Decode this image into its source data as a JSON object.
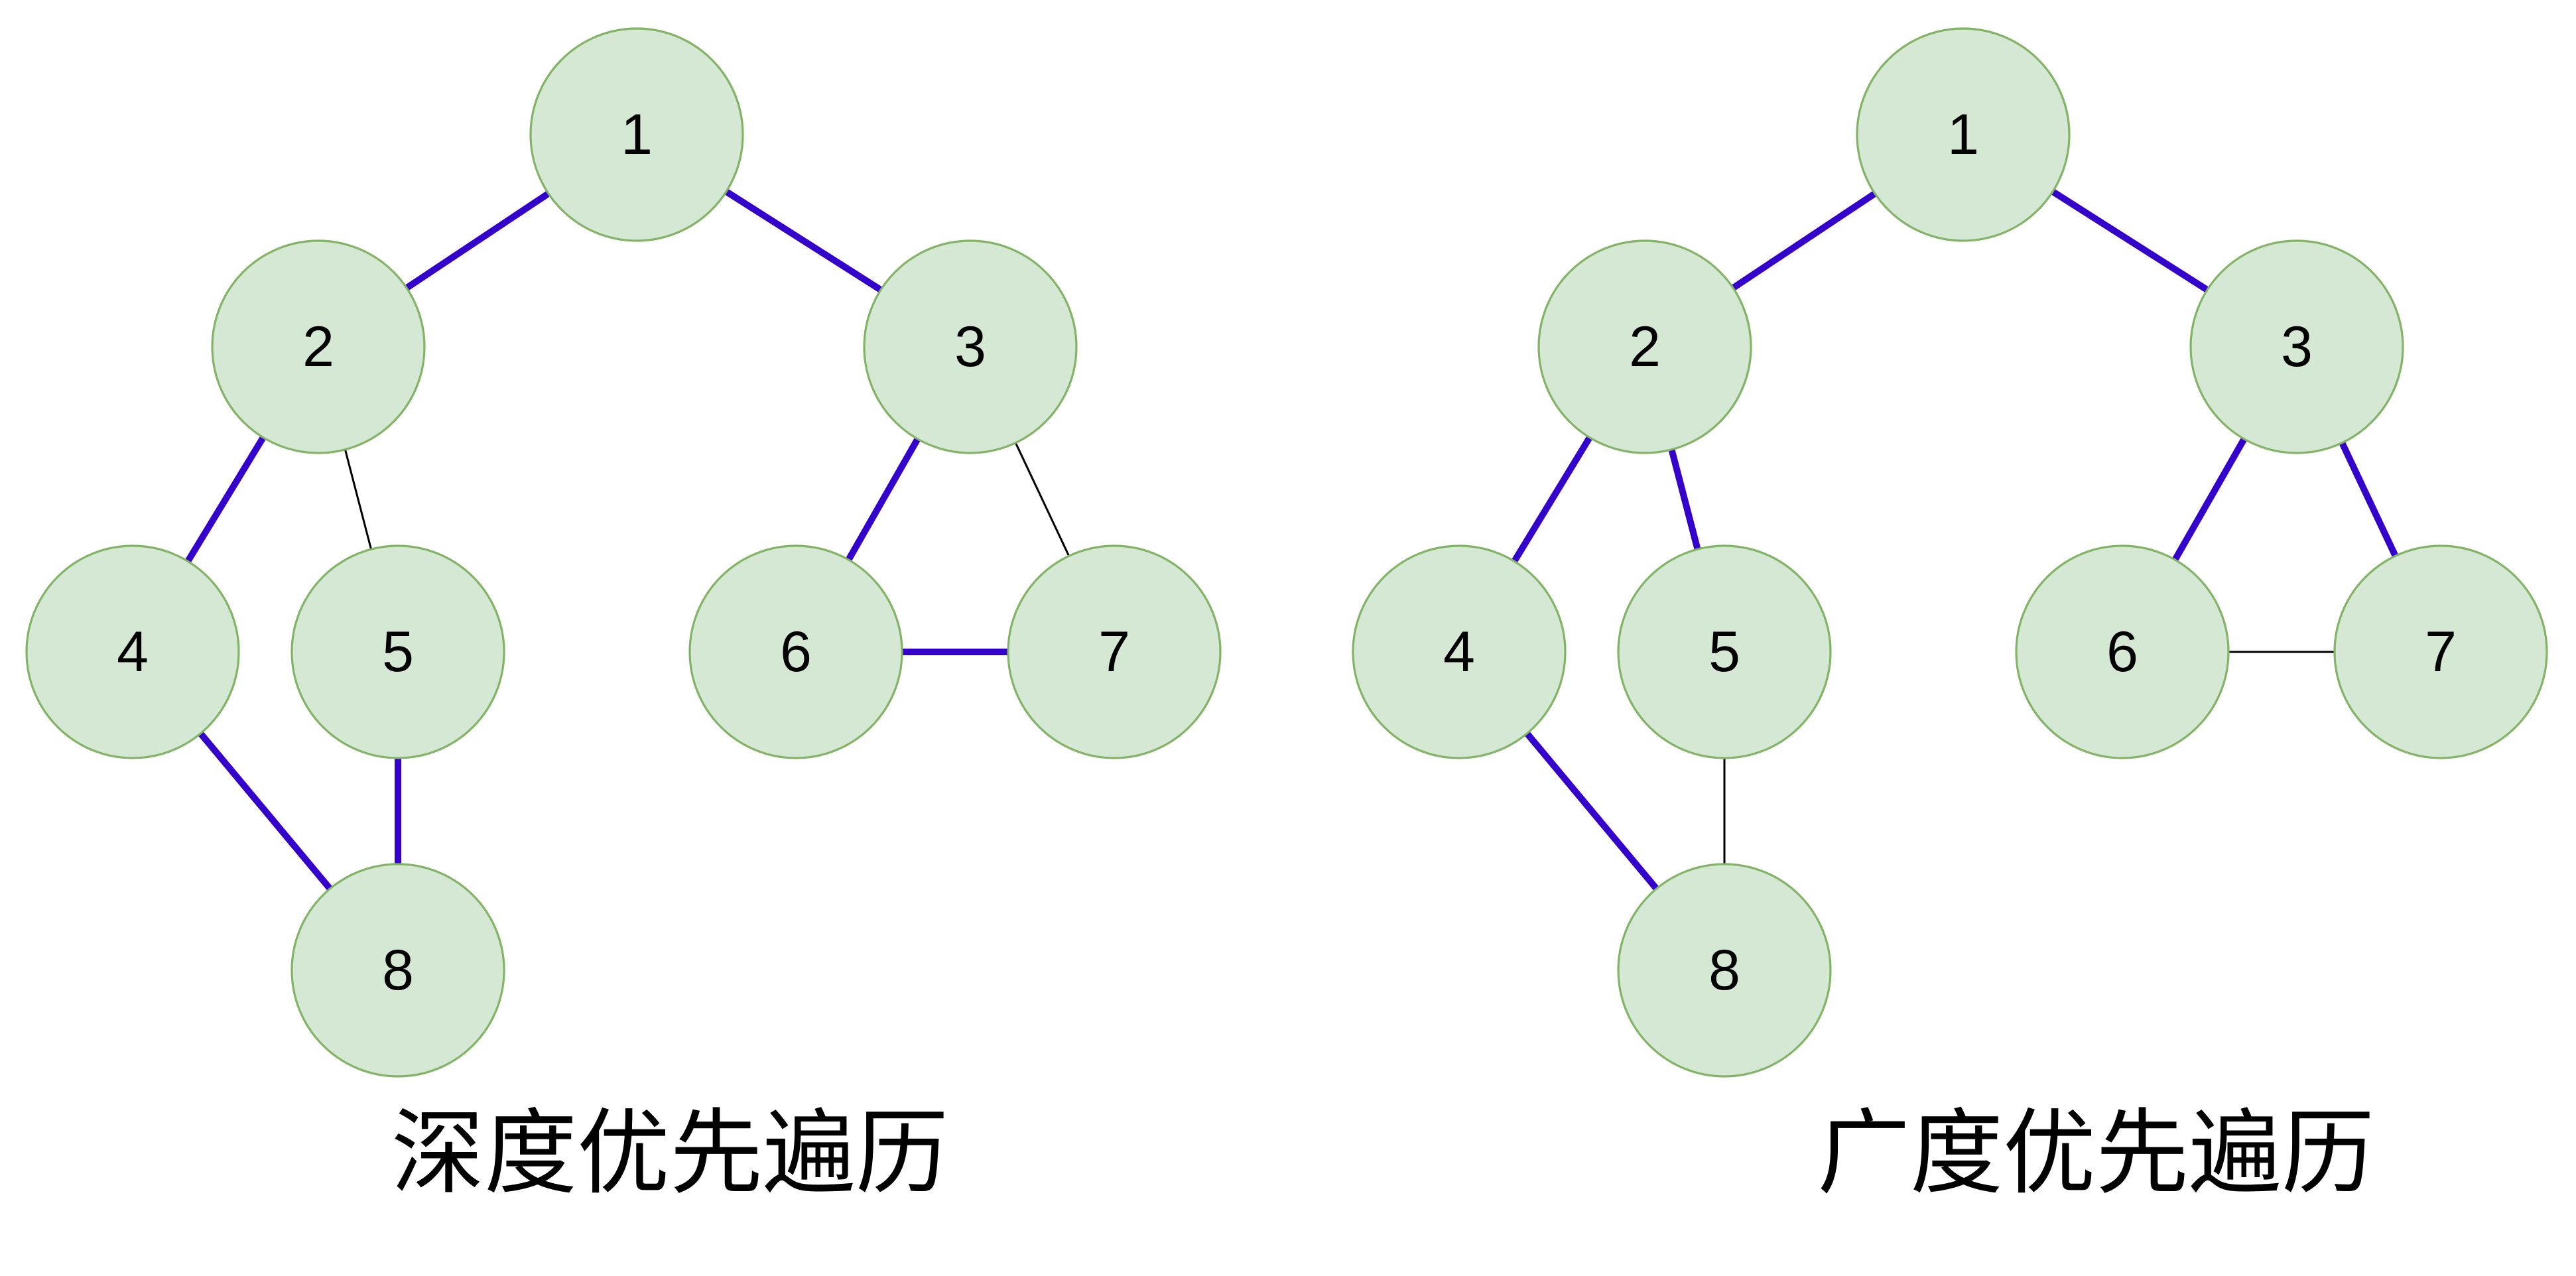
{
  "colors": {
    "node_fill": "#d5e8d4",
    "node_stroke": "#82b366",
    "traversal_edge": "#3300cc",
    "plain_edge": "#000000"
  },
  "graphs": [
    {
      "id": "dfs",
      "caption": "深度优先遍历",
      "nodes": [
        "1",
        "2",
        "3",
        "4",
        "5",
        "6",
        "7",
        "8"
      ],
      "edges": [
        {
          "from": "1",
          "to": "2",
          "traversed": true
        },
        {
          "from": "1",
          "to": "3",
          "traversed": true
        },
        {
          "from": "2",
          "to": "4",
          "traversed": true
        },
        {
          "from": "2",
          "to": "5",
          "traversed": false
        },
        {
          "from": "3",
          "to": "6",
          "traversed": true
        },
        {
          "from": "3",
          "to": "7",
          "traversed": false
        },
        {
          "from": "4",
          "to": "8",
          "traversed": true
        },
        {
          "from": "5",
          "to": "8",
          "traversed": true
        },
        {
          "from": "6",
          "to": "7",
          "traversed": true
        }
      ]
    },
    {
      "id": "bfs",
      "caption": "广度优先遍历",
      "nodes": [
        "1",
        "2",
        "3",
        "4",
        "5",
        "6",
        "7",
        "8"
      ],
      "edges": [
        {
          "from": "1",
          "to": "2",
          "traversed": true
        },
        {
          "from": "1",
          "to": "3",
          "traversed": true
        },
        {
          "from": "2",
          "to": "4",
          "traversed": true
        },
        {
          "from": "2",
          "to": "5",
          "traversed": true
        },
        {
          "from": "3",
          "to": "6",
          "traversed": true
        },
        {
          "from": "3",
          "to": "7",
          "traversed": true
        },
        {
          "from": "4",
          "to": "8",
          "traversed": true
        },
        {
          "from": "5",
          "to": "8",
          "traversed": false
        },
        {
          "from": "6",
          "to": "7",
          "traversed": false
        }
      ]
    }
  ]
}
